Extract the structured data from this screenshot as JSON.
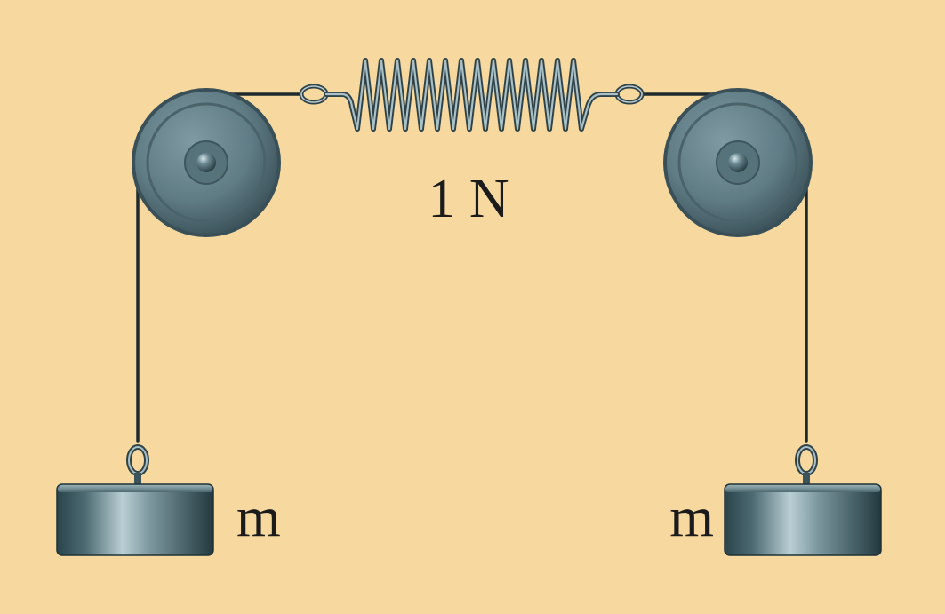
{
  "diagram": {
    "spring_label": "1 N",
    "left_mass_label": "m",
    "right_mass_label": "m"
  },
  "colors": {
    "background": "#f7d9a0",
    "pulley": "#5f7b84",
    "pulley_dark": "#3a5058",
    "string": "#1e2a2e",
    "spring": "#4f6b74",
    "mass_light": "#b9cfd4",
    "mass_dark": "#22393f"
  },
  "icons": {
    "left_pulley": "pulley-icon",
    "right_pulley": "pulley-icon",
    "spring": "spring-icon",
    "left_mass": "weight-icon",
    "right_mass": "weight-icon"
  }
}
